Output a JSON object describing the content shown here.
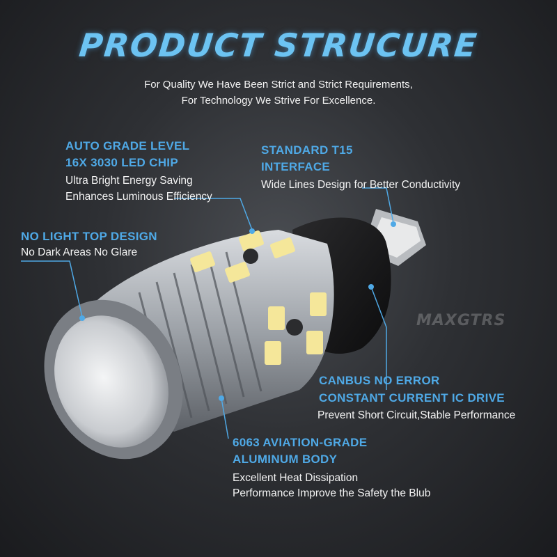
{
  "header": {
    "title": "PRODUCT STRUCURE",
    "subtitle_line1": "For Quality We Have Been Strict and Strict Requirements,",
    "subtitle_line2": "For Technology We Strive For Excellence."
  },
  "features": {
    "led_chip": {
      "title_line1": "AUTO GRADE LEVEL",
      "title_line2": "16X 3030 LED CHIP",
      "desc_line1": "Ultra Bright Energy Saving",
      "desc_line2": "Enhances Luminous Efficiency"
    },
    "interface": {
      "title_line1": "STANDARD T15",
      "title_line2": "INTERFACE",
      "desc_line1": "Wide Lines Design for Better Conductivity"
    },
    "top_design": {
      "title_line1": "NO LIGHT TOP DESIGN",
      "desc_line1": "No Dark Areas No Glare"
    },
    "canbus": {
      "title_line1": "CANBUS NO ERROR",
      "title_line2": "CONSTANT CURRENT IC DRIVE",
      "desc_line1": "Prevent Short Circuit,Stable Performance"
    },
    "body": {
      "title_line1": "6063 AVIATION-GRADE",
      "title_line2": "ALUMINUM BODY",
      "desc_line1": "Excellent Heat Dissipation",
      "desc_line2": "Performance Improve the Safety the Blub"
    }
  },
  "watermark": "MAXGTRS",
  "colors": {
    "title": "#6cc3f2",
    "accent_blue": "#4fa9e6",
    "background": "#2e3034",
    "led_chip": "#f5e79a"
  }
}
